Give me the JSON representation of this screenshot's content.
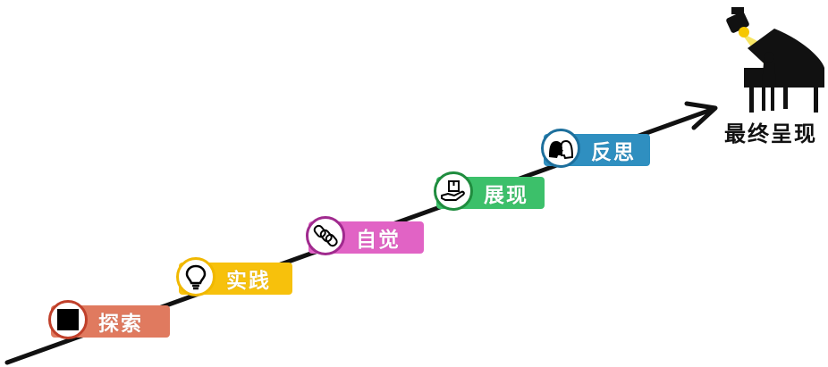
{
  "steps": [
    {
      "label": "探索",
      "color": "#e07a5f",
      "ring": "#c0402a",
      "icon": "square-icon"
    },
    {
      "label": "实践",
      "color": "#f7c10c",
      "ring": "#f0b800",
      "icon": "lightbulb-icon"
    },
    {
      "label": "自觉",
      "color": "#e163c5",
      "ring": "#a02a8e",
      "icon": "chain-link-icon"
    },
    {
      "label": "展现",
      "color": "#3cc06a",
      "ring": "#1f8c3e",
      "icon": "hand-box-icon"
    },
    {
      "label": "反思",
      "color": "#2f8fc0",
      "ring": "#1d6f9c",
      "icon": "heads-dialogue-icon"
    }
  ],
  "final": {
    "label": "最终呈现",
    "icon": "pianist-spotlight-icon"
  },
  "colors": {
    "arrow": "#111111",
    "spotlight": "#f6e04a"
  }
}
